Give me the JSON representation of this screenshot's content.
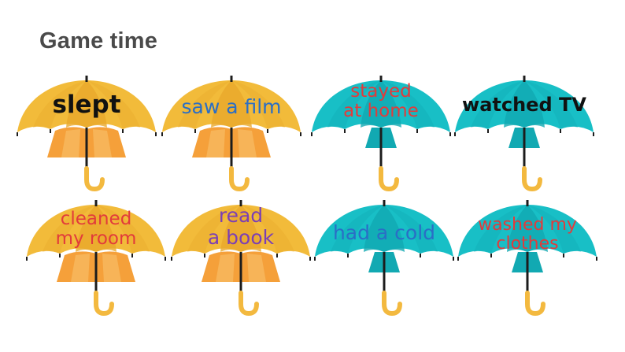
{
  "title": "Game time",
  "colors": {
    "yellow_canopy": "#F2BB3A",
    "yellow_panel": "#E9A92C",
    "yellow_inner": "#F5A03A",
    "teal_canopy": "#18BFC6",
    "teal_panel": "#12A9B2",
    "handle": "#F3B93F",
    "shaft": "#1c1c1c"
  },
  "umbrellas": [
    {
      "color": "yellow",
      "lines": [
        "slept"
      ],
      "text_color": "#111111"
    },
    {
      "color": "yellow",
      "lines": [
        "saw a film"
      ],
      "text_color": "#2a6ec6"
    },
    {
      "color": "teal",
      "lines": [
        "stayed",
        "at home"
      ],
      "text_color": "#e23b3b"
    },
    {
      "color": "teal",
      "lines": [
        "watched TV"
      ],
      "text_color": "#111111"
    },
    {
      "color": "yellow",
      "lines": [
        "cleaned",
        "my room"
      ],
      "text_color": "#e23b3b"
    },
    {
      "color": "yellow",
      "lines": [
        "read",
        "a book"
      ],
      "text_color": "#7b3fb5"
    },
    {
      "color": "teal",
      "lines": [
        "had a cold"
      ],
      "text_color": "#2a6ec6"
    },
    {
      "color": "teal",
      "lines": [
        "washed my",
        "clothes"
      ],
      "text_color": "#e23b3b"
    }
  ]
}
